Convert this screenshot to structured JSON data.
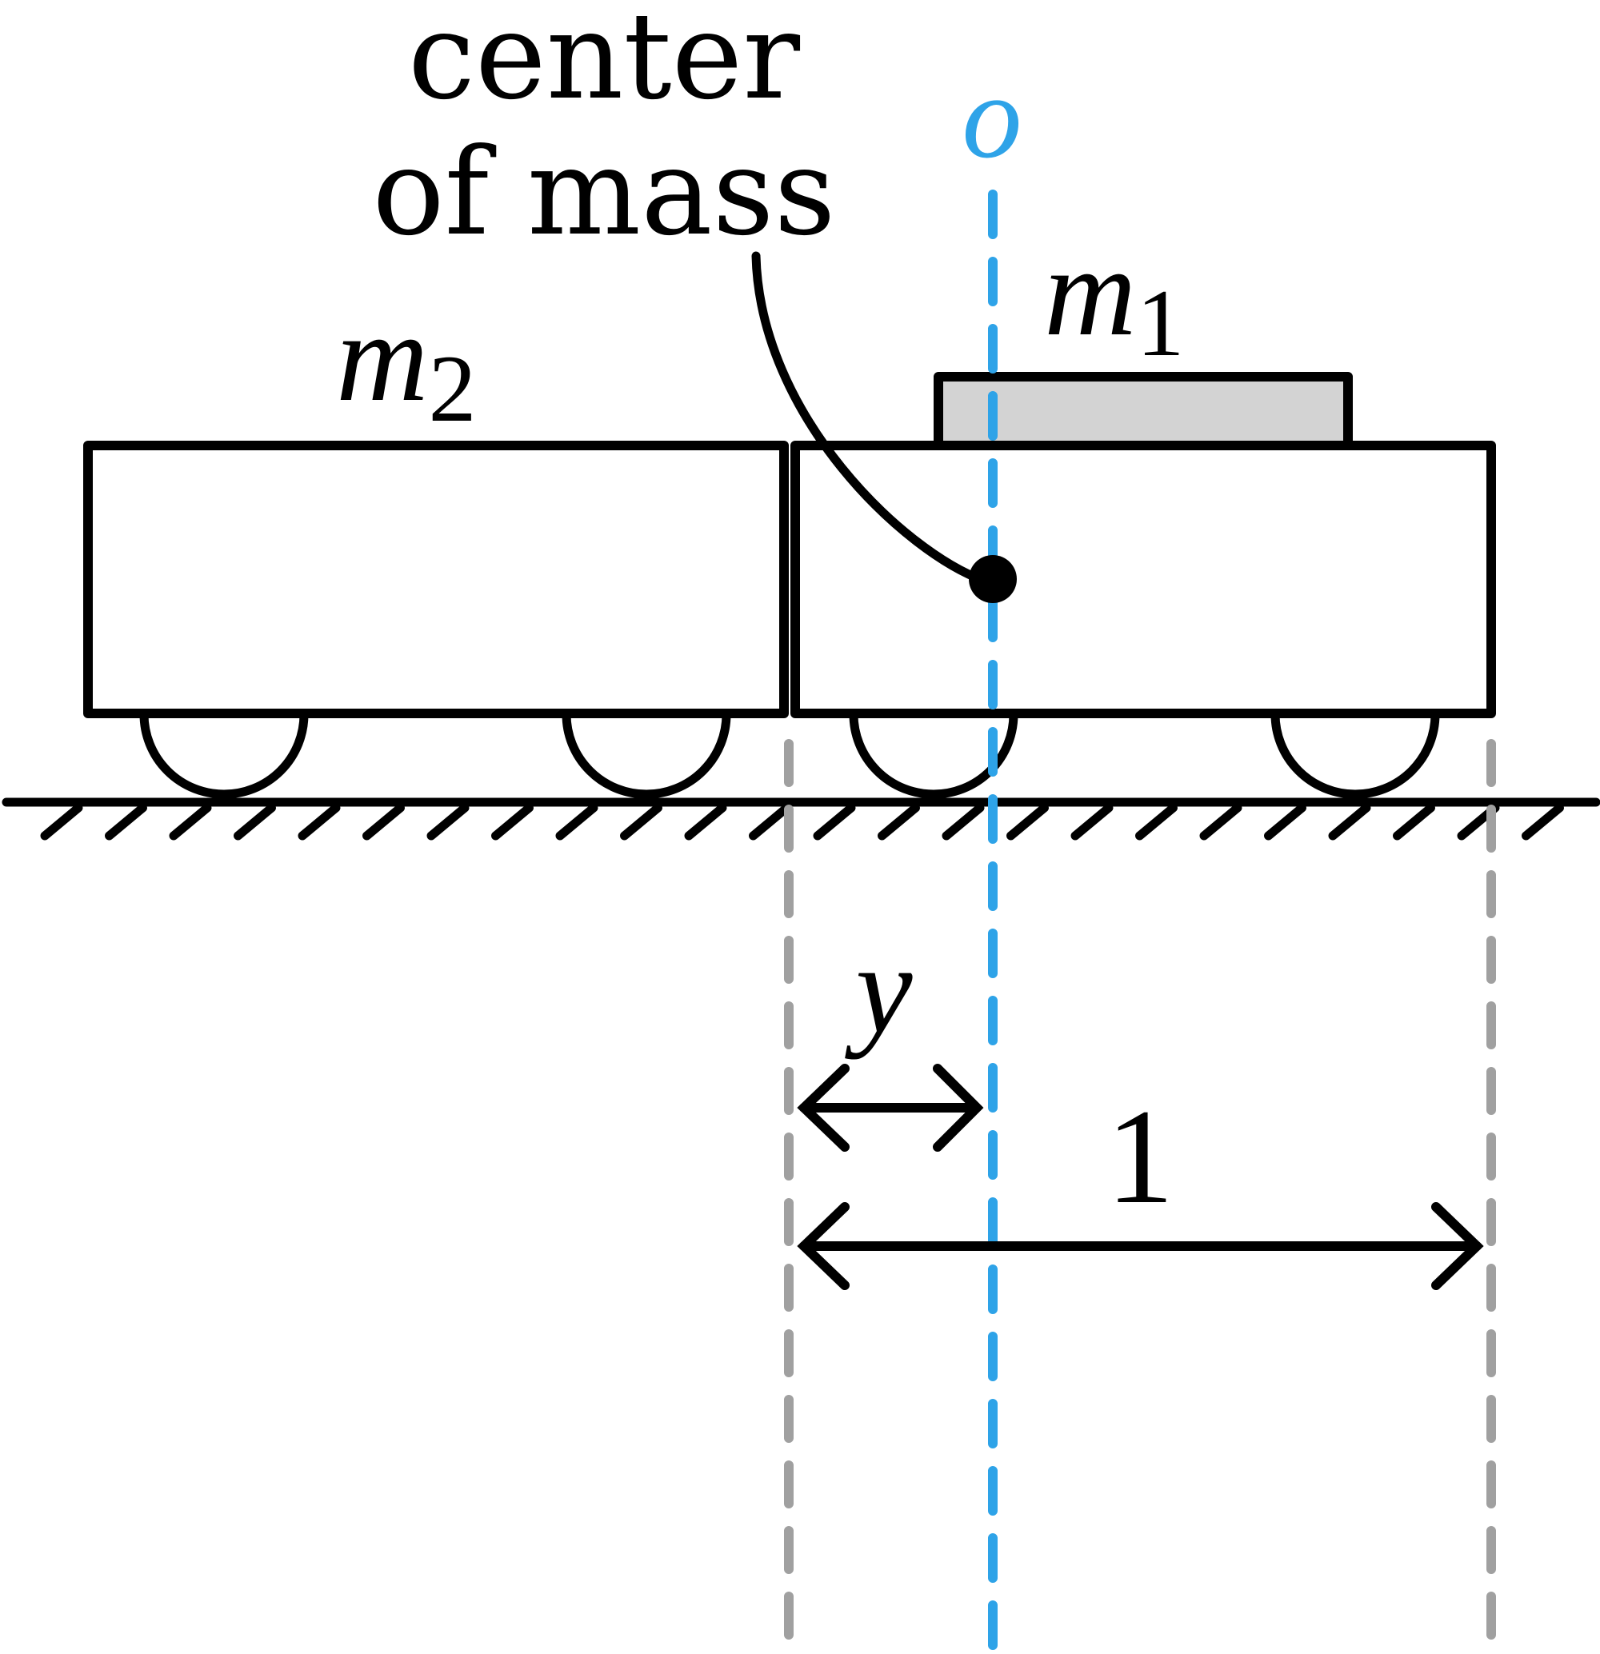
{
  "labels": {
    "com_line1": "center",
    "com_line2": "of mass",
    "origin": "o",
    "mass1_symbol": "m",
    "mass1_sub": "1",
    "mass2_symbol": "m",
    "mass2_sub": "2",
    "distance_y": "y",
    "distance_one": "1"
  },
  "colors": {
    "stroke": "#000000",
    "origin_line": "#2ea3e8",
    "reference_line": "#a0a0a0",
    "block_fill": "#d3d3d3",
    "background": "#ffffff"
  }
}
